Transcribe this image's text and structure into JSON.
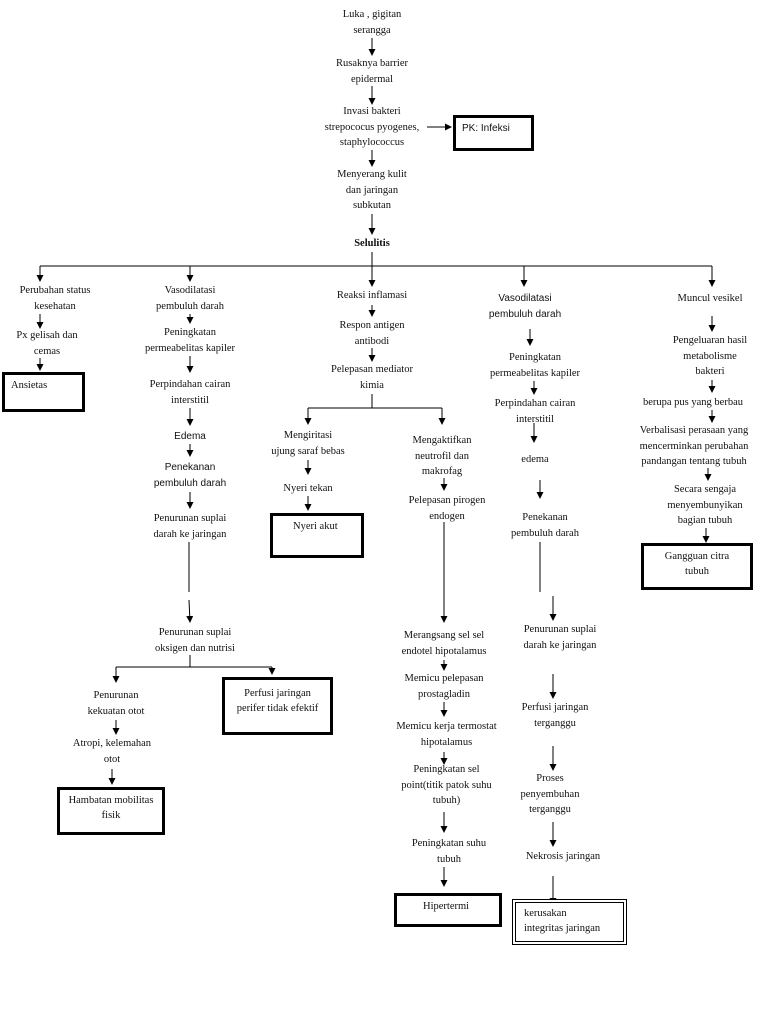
{
  "nodes": {
    "luka": "Luka , gigitan\nserangga",
    "rusaknya": "Rusaknya barrier\nepidermal",
    "invasi": "Invasi bakteri\nstrepococus pyogenes,\nstaphylococcus",
    "pk_infeksi": "PK: Infeksi",
    "menyerang": "Menyerang kulit\ndan jaringan\nsubkutan",
    "selulitis": "Selulitis",
    "perubahan_status": "Perubahan status\nkesehatan",
    "px_gelisah": "Px gelisah dan\ncemas",
    "ansietas": "Ansietas",
    "vasodilatasi_1": "Vasodilatasi\npembuluh darah",
    "peningkatan_perm_1": "Peningkatan\npermeabelitas kapiler",
    "perpindahan_1": "Perpindahan cairan\ninterstitil",
    "edema_1": "Edema",
    "penekanan_1": "Penekanan\npembuluh darah",
    "penurunan_suplai_1": "Penurunan suplai\ndarah ke jaringan",
    "penurunan_oksigen": "Penurunan suplai\noksigen dan nutrisi",
    "penurunan_kekuatan": "Penurunan\nkekuatan otot",
    "atropi": "Atropi, kelemahan\notot",
    "hambatan": "Hambatan mobilitas\nfisik",
    "perfusi_perifer": "Perfusi jaringan\nperifer tidak efektif",
    "reaksi": "Reaksi inflamasi",
    "respon": "Respon antigen\nantibodi",
    "pelepasan_mediator": "Pelepasan mediator\nkimia",
    "mengiritasi": "Mengiritasi\nujung saraf bebas",
    "nyeri_tekan": "Nyeri tekan",
    "nyeri_akut": "Nyeri akut",
    "mengaktifkan": "Mengaktifkan\nneutrofil dan\nmakrofag",
    "pelepasan_pirogen": "Pelepasan pirogen\nendogen",
    "merangsang": "Merangsang sel sel\nendotel hipotalamus",
    "memicu_pelepasan": "Memicu pelepasan\nprostagladin",
    "memicu_kerja": "Memicu kerja termostat\nhipotalamus",
    "peningkatan_sel": "Peningkatan sel\npoint(titik patok suhu\ntubuh)",
    "peningkatan_suhu": "Peningkatan suhu\ntubuh",
    "hipertermi": "Hipertermi",
    "vasodilatasi_2": "Vasodilatasi\npembuluh darah",
    "peningkatan_perm_2": "Peningkatan\npermeabelitas kapiler",
    "perpindahan_2": "Perpindahan cairan\ninterstitil",
    "edema_2": "edema",
    "penekanan_2": "Penekanan\npembuluh darah",
    "penurunan_suplai_2": "Penurunan suplai\ndarah ke jaringan",
    "perfusi_terganggu": "Perfusi jaringan\nterganggu",
    "proses": "Proses\npenyembuhan\nterganggu",
    "nekrosis": "Nekrosis jaringan",
    "kerusakan": "kerusakan\nintegritas jaringan",
    "muncul": "Muncul vesikel",
    "pengeluaran": "Pengeluaran hasil\nmetabolisme\nbakteri",
    "berupa": "berupa pus yang berbau",
    "verbalisasi": "Verbalisasi perasaan yang\nmencerminkan  perubahan\npandangan tentang tubuh",
    "secara": "Secara sengaja\nmenyembunyikan\nbagian tubuh",
    "gangguan": "Gangguan citra\ntubuh"
  }
}
